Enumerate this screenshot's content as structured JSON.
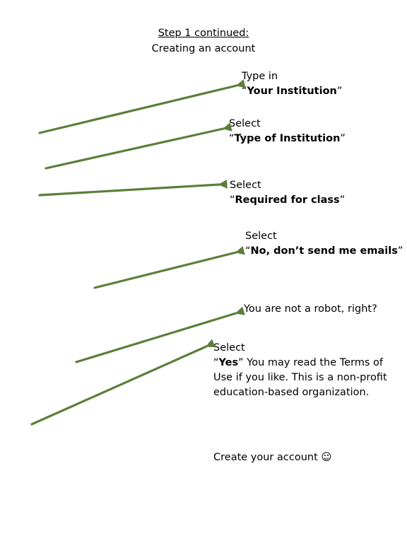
{
  "header": {
    "title": "Step 1 continued:",
    "subtitle": "Creating an account"
  },
  "steps": [
    {
      "line1": "Type in",
      "quote_open": "“",
      "bold": "Your Institution",
      "quote_close": "”"
    },
    {
      "line1": "Select",
      "quote_open": "“",
      "bold": "Type of Institution",
      "quote_close": "”"
    },
    {
      "line1": "Select",
      "quote_open": "“",
      "bold": "Required for class",
      "quote_close": "”"
    },
    {
      "line1": "Select",
      "quote_open": "“",
      "bold": "No, don’t send me emails",
      "quote_close": "”"
    },
    {
      "line1": "You are not a robot, right?"
    },
    {
      "line1": "Select",
      "quote_open": "“",
      "bold": "Yes",
      "quote_close": "”",
      "rest": " You may read the Terms of",
      "line3": "Use if you like. This is a non-profit",
      "line4": "education-based organization."
    }
  ],
  "footer": {
    "text": "Create your account ",
    "smiley": "☺"
  },
  "colors": {
    "arrow": "#5b7f3a"
  }
}
